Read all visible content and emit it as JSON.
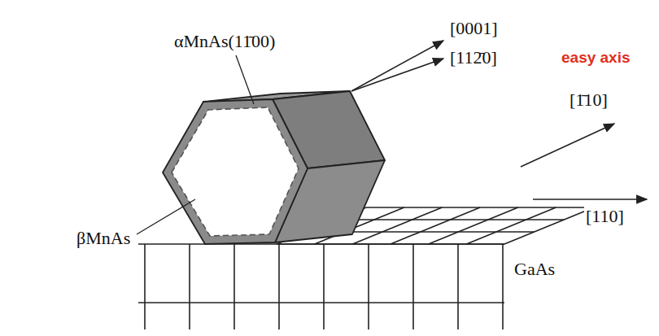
{
  "diagram": {
    "labels": [
      "αMnAs(11̄00)",
      "[0001]",
      "[112̄0]",
      "easy axis",
      "[1̄10]",
      "[110]",
      "βMnAs",
      "GaAs"
    ]
  }
}
